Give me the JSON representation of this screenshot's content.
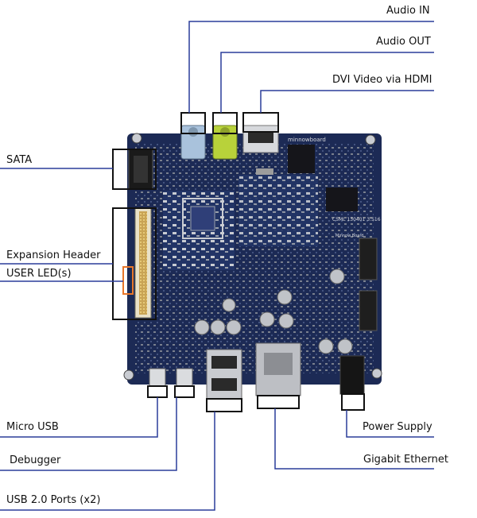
{
  "labels": {
    "audio_in": "Audio IN",
    "audio_out": "Audio OUT",
    "dvi_video": "DVI Video via HDMI",
    "sata": "SATA",
    "expansion_header": "Expansion Header",
    "user_leds": "USER LED(s)",
    "micro_usb": "Micro USB",
    "debugger": "Debugger",
    "usb_ports": "USB 2.0 Ports (x2)",
    "power_supply": "Power Supply",
    "gigabit_ethernet": "Gigabit Ethernet"
  },
  "board_silkscreen": {
    "brand": "minnowboard",
    "chip_code": "C5ML\n130401\n3:516",
    "minnow_mark": "Minnow Board"
  },
  "colors": {
    "leader_line": "#2a3d9a",
    "callout_box": "#111111",
    "led_highlight": "#e8772a",
    "board_pcb": "#1c2a55",
    "audio_in_jack": "#a9c2dc",
    "audio_out_jack": "#b8d23a"
  }
}
